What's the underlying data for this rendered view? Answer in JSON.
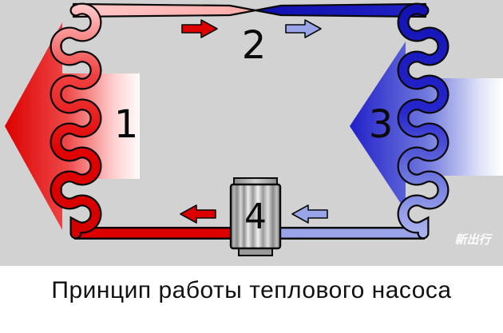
{
  "diagram": {
    "background_color": "#d2d2d2",
    "labels": {
      "condenser": "1",
      "expansion_valve": "2",
      "evaporator": "3",
      "compressor": "4"
    },
    "watermark": "新出行",
    "colors": {
      "hot": "#dd0000",
      "hot_light": "#ffb6b6",
      "cold": "#1515bb",
      "cold_light": "#9aa4e8"
    }
  },
  "caption": {
    "title": "Принцип работы теплового насоса"
  }
}
